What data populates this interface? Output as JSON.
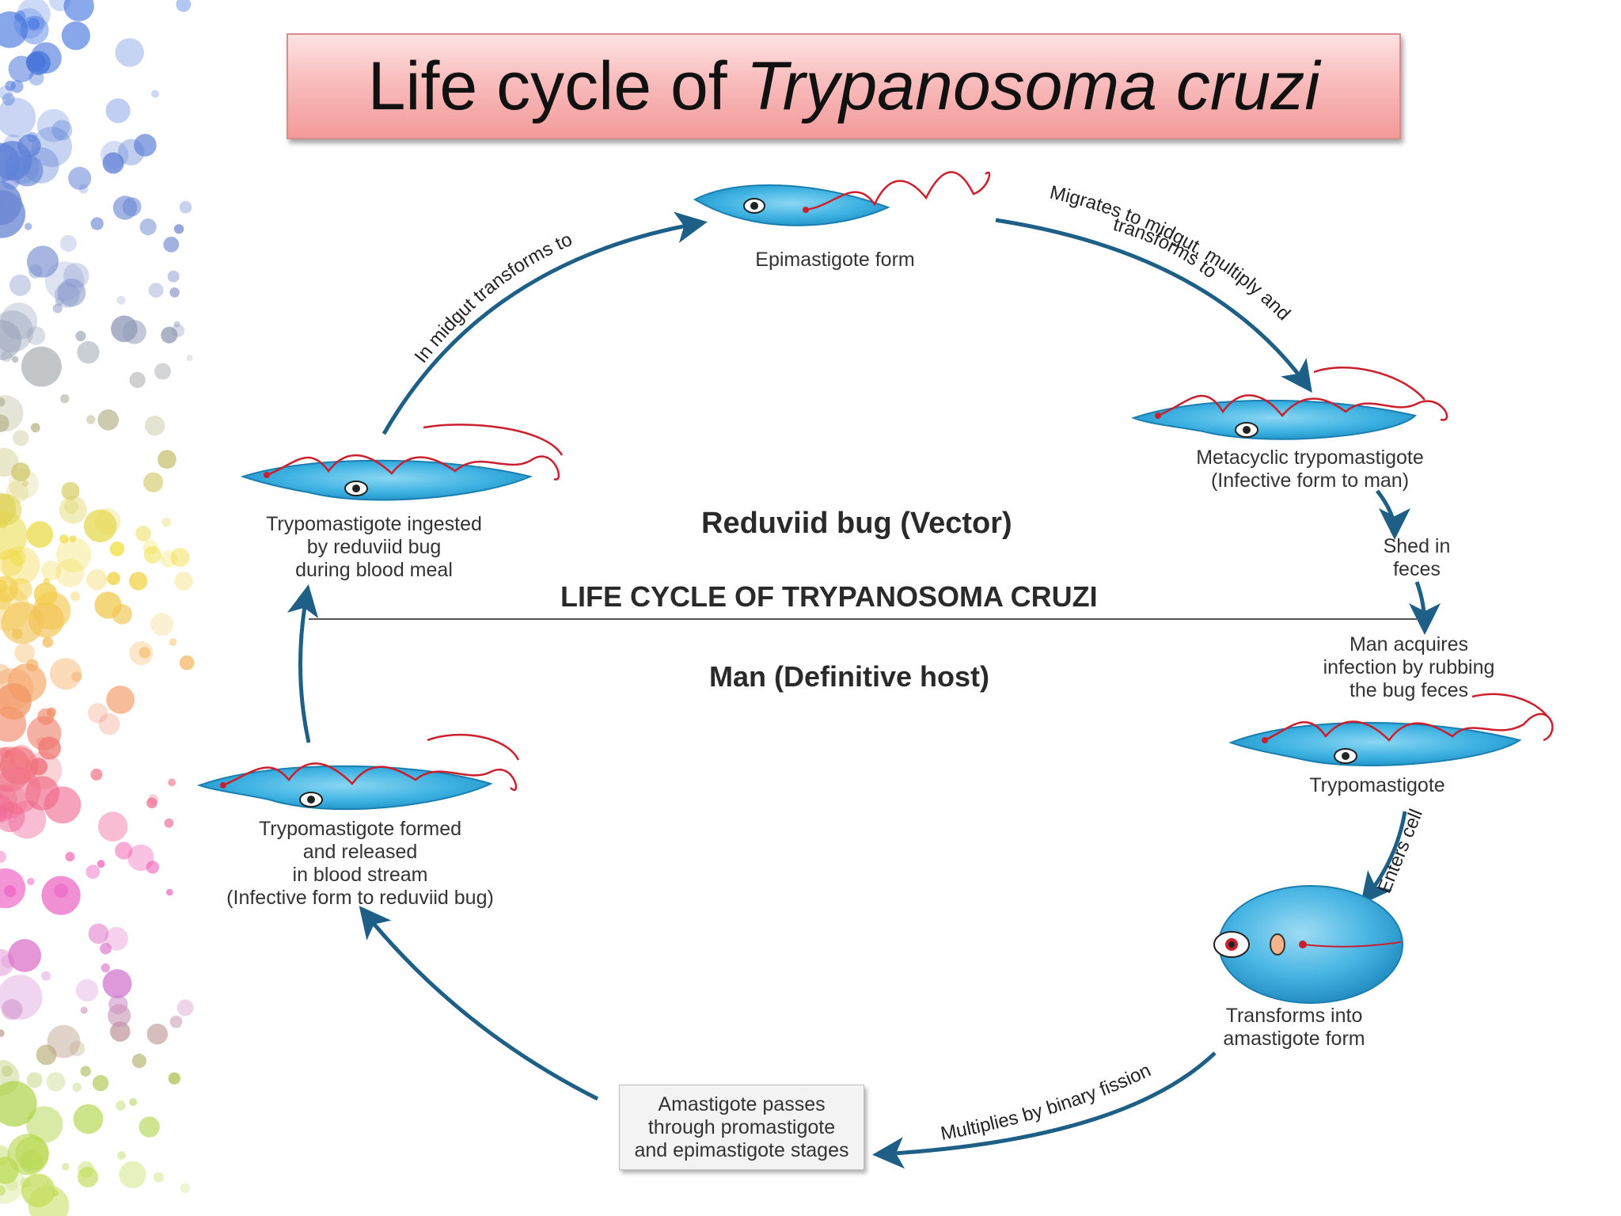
{
  "title": {
    "prefix": "Life cycle of ",
    "species": "Trypanosoma cruzi"
  },
  "center": {
    "vector": "Reduviid bug (Vector)",
    "heading": "LIFE CYCLE OF TRYPANOSOMA CRUZI",
    "host": "Man (Definitive host)"
  },
  "stages": {
    "epimastigote": "Epimastigote form",
    "metacyclic": [
      "Metacyclic trypomastigote",
      "(Infective form to man)"
    ],
    "trypomastigote_man": "Trypomastigote",
    "amastigote": [
      "Transforms into",
      "amastigote form"
    ],
    "promastigote_box": [
      "Amastigote passes",
      "through promastigote",
      "and epimastigote stages"
    ],
    "trypo_released": [
      "Trypomastigote formed",
      "and released",
      "in blood stream",
      "(Infective form to reduviid bug)"
    ],
    "trypo_ingested": [
      "Trypomastigote ingested",
      "by reduviid bug",
      "during blood meal"
    ]
  },
  "arrows": {
    "midgut_transforms": "In midgut transforms to",
    "migrates_line1": "Migrates to midgut, multiply and",
    "migrates_line2": "transforms to",
    "shed": [
      "Shed in",
      "feces"
    ],
    "acquires": [
      "Man acquires",
      "infection by rubbing",
      "the bug feces"
    ],
    "enters_cell": "Enters cell",
    "binary_fission": "Multiplies by binary fission"
  },
  "colors": {
    "arrow": "#1d5f86",
    "organism_fill": "#3db2e2",
    "flagellum": "#cc1f2d",
    "title_bg": "#f7b0b0"
  }
}
